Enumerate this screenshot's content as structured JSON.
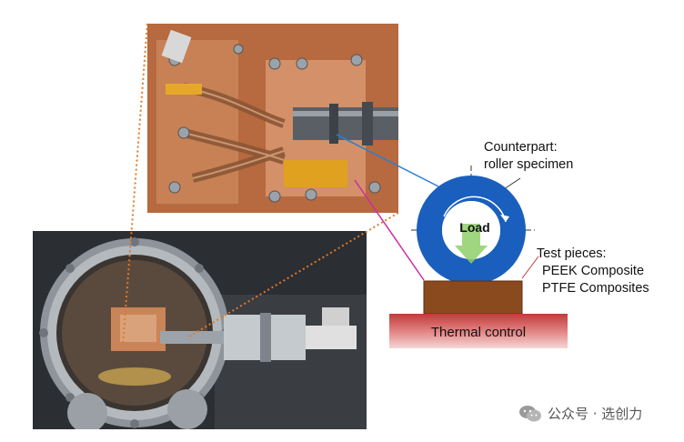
{
  "labels": {
    "counterpart_line1": "Counterpart:",
    "counterpart_line2": "roller specimen",
    "load": "Load",
    "test_pieces_title": "Test pieces:",
    "test_piece_1": "PEEK Composite",
    "test_piece_2": "PTFE Composites",
    "thermal_control": "Thermal control"
  },
  "watermark": {
    "icon": "wechat-icon",
    "text": "公众号 · 选创力"
  },
  "colors": {
    "roller_blue": "#1a5fbd",
    "test_piece_brown": "#8b4a1e",
    "thermal_red": "#c23a3a",
    "leader_blue": "#2a7fd0",
    "leader_magenta": "#cc2ca8",
    "leader_orange": "#e07a2a",
    "load_arrow_green": "#8fcf6a"
  }
}
